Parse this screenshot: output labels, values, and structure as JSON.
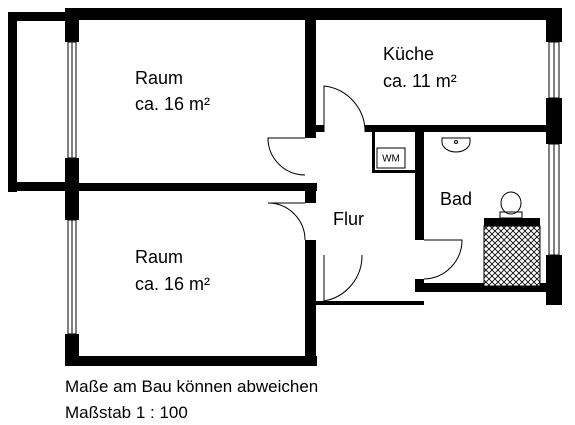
{
  "rooms": {
    "raum_top": {
      "name": "Raum",
      "area": "ca. 16 m²"
    },
    "kueche": {
      "name": "Küche",
      "area": "ca. 11 m²"
    },
    "bad": {
      "name": "Bad"
    },
    "flur": {
      "name": "Flur"
    },
    "raum_bottom": {
      "name": "Raum",
      "area": "ca. 16 m²"
    }
  },
  "fixtures": {
    "washing_machine": "WM"
  },
  "footer": {
    "note": "Maße am Bau können abweichen",
    "scale": "Maßstab 1 : 100"
  }
}
